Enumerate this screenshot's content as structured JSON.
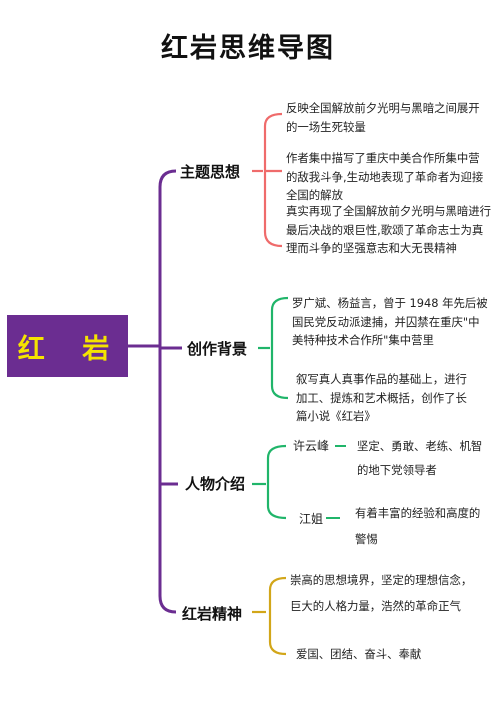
{
  "title": "红岩思维导图",
  "root": {
    "label": "红 岩",
    "bg_color": "#6b2d91",
    "text_color": "#f5e400"
  },
  "branches": [
    {
      "label": "主题思想",
      "color": "#ef6b6b",
      "leaves": [
        "反映全国解放前夕光明与黑暗之间展开的一场生死较量",
        "作者集中描写了重庆中美合作所集中营的敌我斗争,生动地表现了革命者为迎接全国的解放",
        "真实再现了全国解放前夕光明与黑暗进行最后决战的艰巨性,歌颂了革命志士为真理而斗争的坚强意志和大无畏精神"
      ]
    },
    {
      "label": "创作背景",
      "color": "#20b56a",
      "leaves": [
        "罗广斌、杨益言，曾于 1948 年先后被国民党反动派逮捕，并囚禁在重庆\"中美特种技术合作所\"集中营里",
        "叙写真人真事作品的基础上，进行加工、提炼和艺术概括，创作了长篇小说《红岩》"
      ]
    },
    {
      "label": "人物介绍",
      "color": "#20b56a",
      "people": [
        {
          "name": "许云峰",
          "desc": "坚定、勇敢、老练、机智的地下党领导者"
        },
        {
          "name": "江姐",
          "desc": "有着丰富的经验和高度的警惕"
        }
      ]
    },
    {
      "label": "红岩精神",
      "color": "#d2a619",
      "leaves": [
        "崇高的思想境界，坚定的理想信念，",
        "巨大的人格力量，浩然的革命正气",
        "爱国、团结、奋斗、奉献"
      ]
    }
  ],
  "main_line_color": "#6b2d91"
}
